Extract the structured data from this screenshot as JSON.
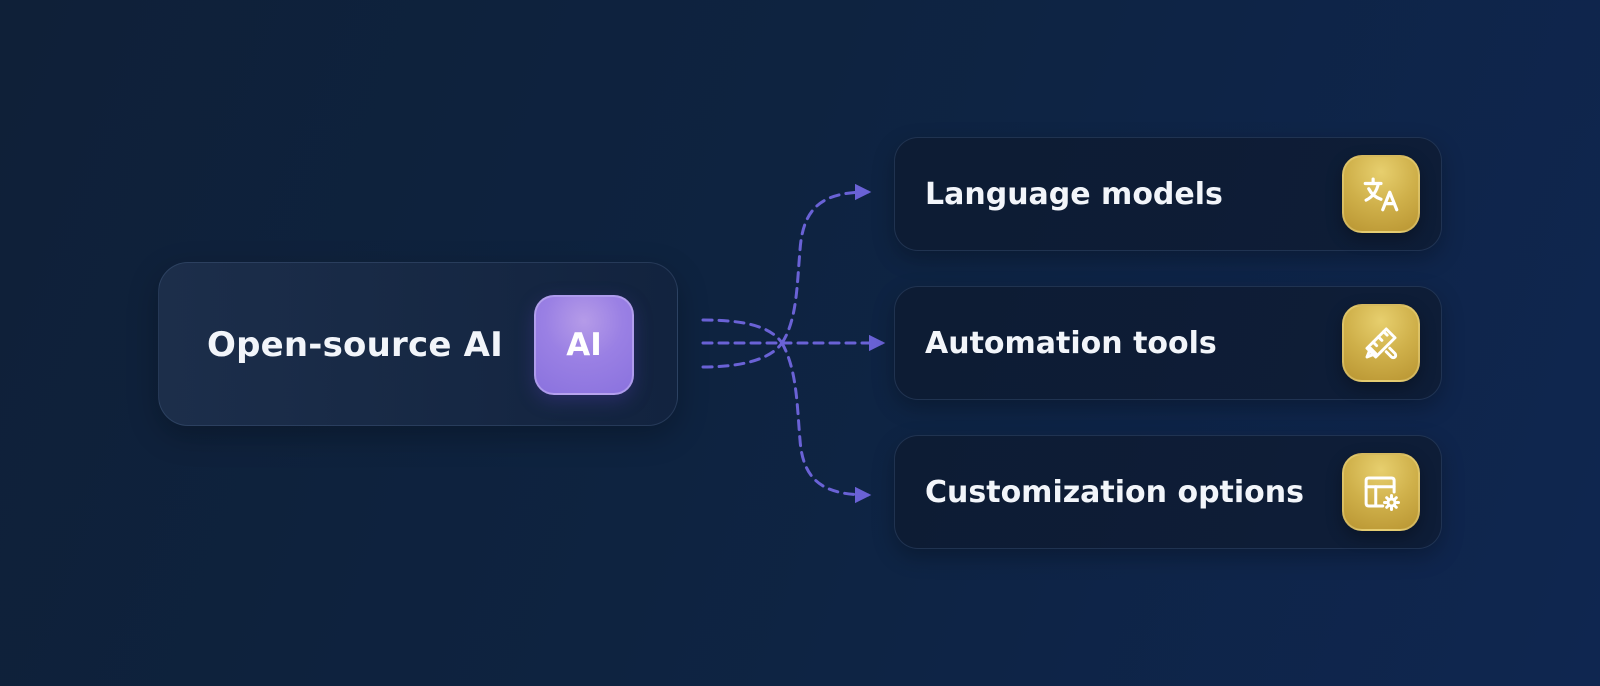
{
  "source": {
    "label": "Open-source AI",
    "badge": "AI",
    "badge_color": "#9a80e4"
  },
  "targets": [
    {
      "label": "Language models",
      "icon": "translate-icon"
    },
    {
      "label": "Automation tools",
      "icon": "pencil-ruler-icon"
    },
    {
      "label": "Customization options",
      "icon": "table-settings-icon"
    }
  ],
  "colors": {
    "background": "#0f2240",
    "connector": "#6a62d6",
    "target_icon": "#cfb04a"
  }
}
